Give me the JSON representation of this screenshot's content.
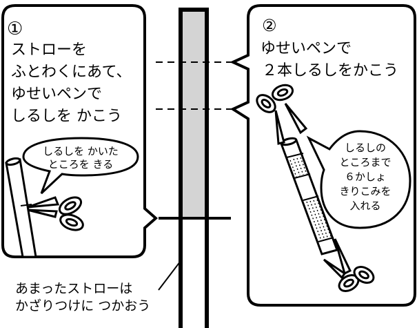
{
  "panel1": {
    "number": "①",
    "lines": [
      "ストローを",
      "ふとわくにあて、",
      "ゆせいペンで",
      "しるしを かこう"
    ],
    "bubble": [
      "しるしを かいた",
      "ところを きる"
    ]
  },
  "panel2": {
    "number": "②",
    "lines": [
      "ゆせいペンで",
      "２本しるしをかこう"
    ],
    "bubble": [
      "しるしの",
      "ところまで",
      "６かしょ",
      "きりこみを",
      "入れる"
    ]
  },
  "footer": {
    "lines": [
      "あまったストローは",
      "かざりつけに つかおう"
    ]
  },
  "colors": {
    "ink": "#000000",
    "straw_fill": "#d4d4d4",
    "background": "#ffffff"
  }
}
